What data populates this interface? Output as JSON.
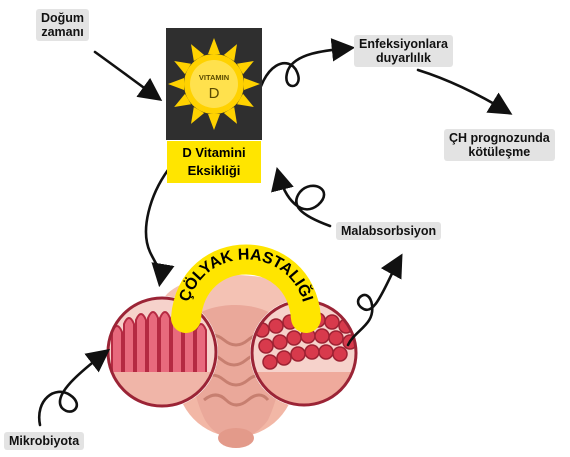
{
  "labels": {
    "birth_time": [
      "Doğum",
      "zamanı"
    ],
    "infection_susceptibility": [
      "Enfeksiyonlara",
      "duyarlılık"
    ],
    "prognosis_worsening": [
      "ÇH prognozunda",
      "kötüleşme"
    ],
    "malabsorption": "Malabsorbsiyon",
    "microbiota": "Mikrobiyota"
  },
  "vitamin": {
    "sun_text": "VITAMIN",
    "letter": "D",
    "label_line1": "D Vitamini",
    "label_line2": "Eksikliği"
  },
  "disease_arch": "ÇÖLYAK HASTALIĞI",
  "colors": {
    "label_bg": "#e3e3e3",
    "sun_yellow": "#ffd200",
    "highlight_yellow": "#ffe500",
    "villi_red": "#c8324a",
    "intestine_pink": "#f2b7a6"
  }
}
